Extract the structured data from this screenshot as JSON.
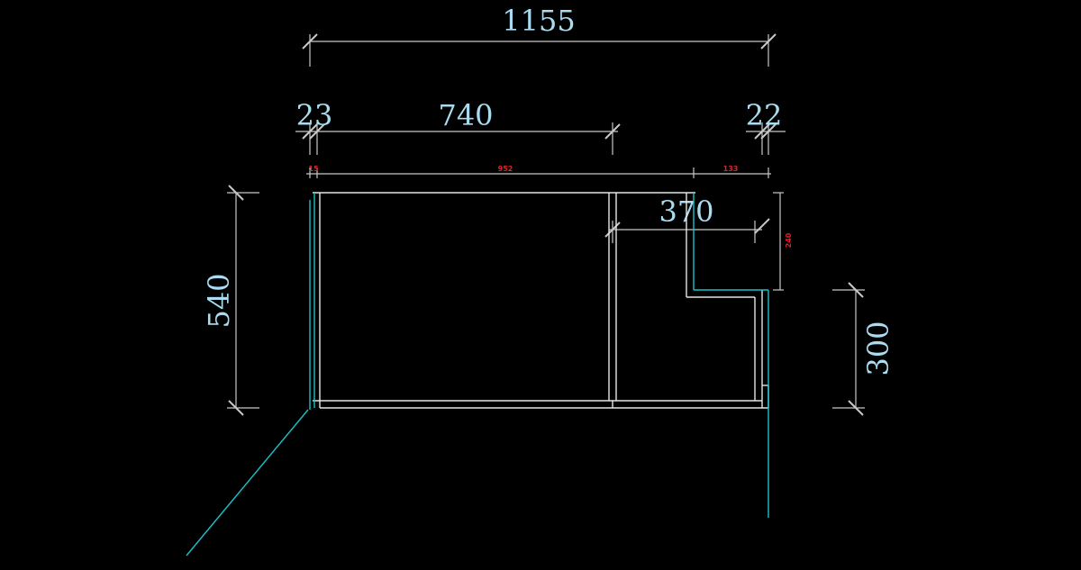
{
  "drawing": {
    "colors": {
      "background": "#000000",
      "dimension_text": "#a9dcf0",
      "dimension_line": "#c8c8c8",
      "wall_white": "#e6e6e6",
      "wall_cyan": "#19c2c9",
      "small_dim_text": "#e0202a"
    },
    "dimensions": {
      "overall_width": "1155",
      "left_offset": "23",
      "main_span": "740",
      "right_offset": "22",
      "small_left": "15",
      "small_middle": "952",
      "small_right": "133",
      "step_width": "370",
      "step_depth_small": "240",
      "overall_height": "540",
      "right_height": "300"
    }
  }
}
